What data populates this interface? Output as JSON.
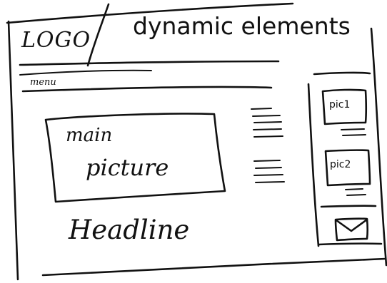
{
  "header": {
    "logo": "LOGO",
    "title": "dynamic elements"
  },
  "nav": {
    "menu_label": "menu"
  },
  "main": {
    "picture_label_line1": "main",
    "picture_label_line2": "picture",
    "headline": "Headline"
  },
  "sidebar": {
    "items": [
      {
        "label": "pic1"
      },
      {
        "label": "pic2"
      }
    ],
    "mail_icon": "envelope-icon"
  }
}
